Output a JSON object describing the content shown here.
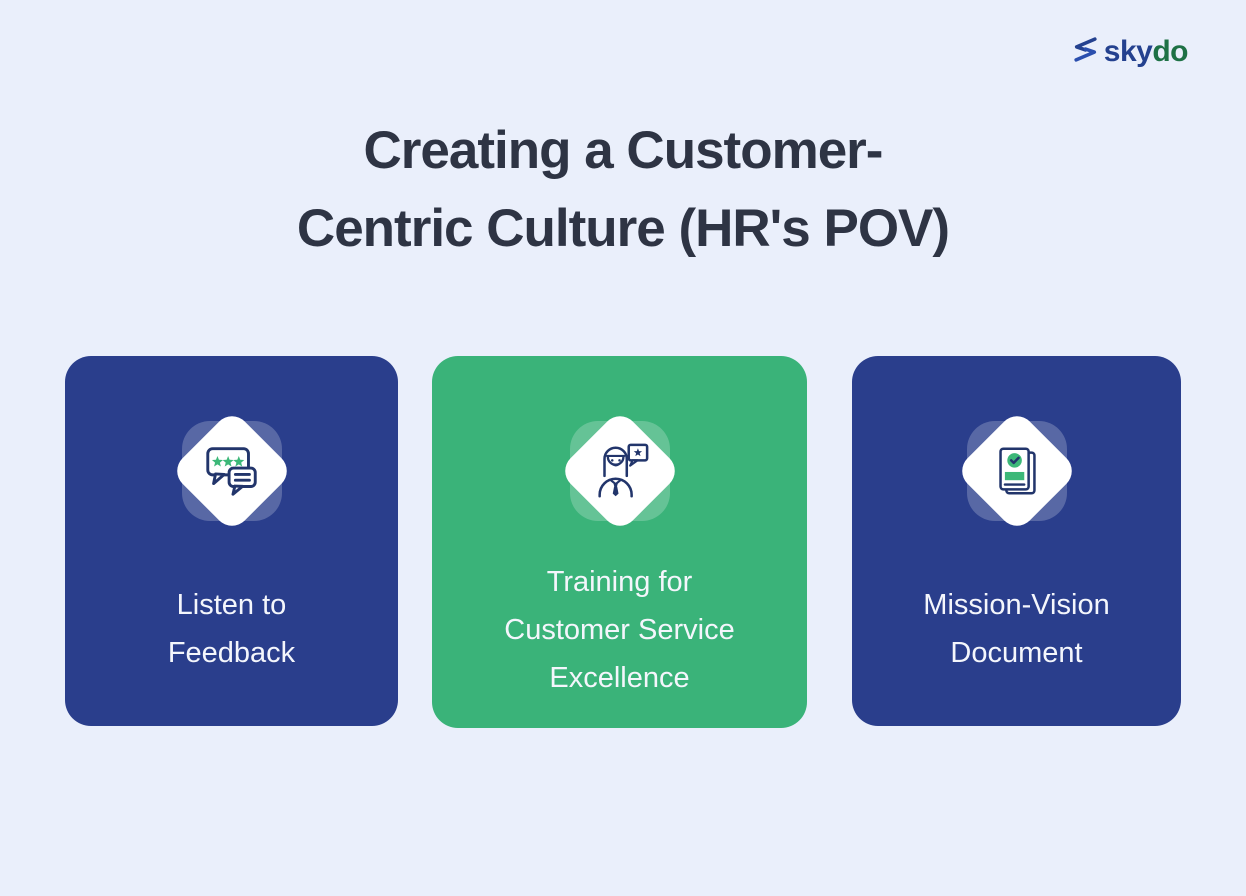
{
  "page": {
    "background_color": "#eaeffb"
  },
  "logo": {
    "mark_icon": "skydo-mark-icon",
    "text_sky": "sky",
    "text_do": "do",
    "color_sky": "#24418f",
    "color_do": "#1e7145"
  },
  "title": {
    "line1": "Creating a Customer-",
    "line2": "Centric Culture (HR's POV)",
    "color": "#2e3444"
  },
  "cards": [
    {
      "label": "Listen to\nFeedback",
      "icon": "feedback-review-bubbles-icon",
      "background": "#2a3e8c",
      "text_color": "#f4f6fc"
    },
    {
      "label": "Training for\nCustomer Service\nExcellence",
      "icon": "customer-service-trainer-icon",
      "background": "#3ab379",
      "text_color": "#f4f6fc"
    },
    {
      "label": "Mission-Vision\nDocument",
      "icon": "document-check-icon",
      "background": "#2a3e8c",
      "text_color": "#f4f6fc"
    }
  ],
  "icon_colors": {
    "outline_navy": "#22356b",
    "accent_green": "#3cb878",
    "diamond_white": "#ffffff",
    "halo": "rgba(255,255,255,0.22)"
  }
}
